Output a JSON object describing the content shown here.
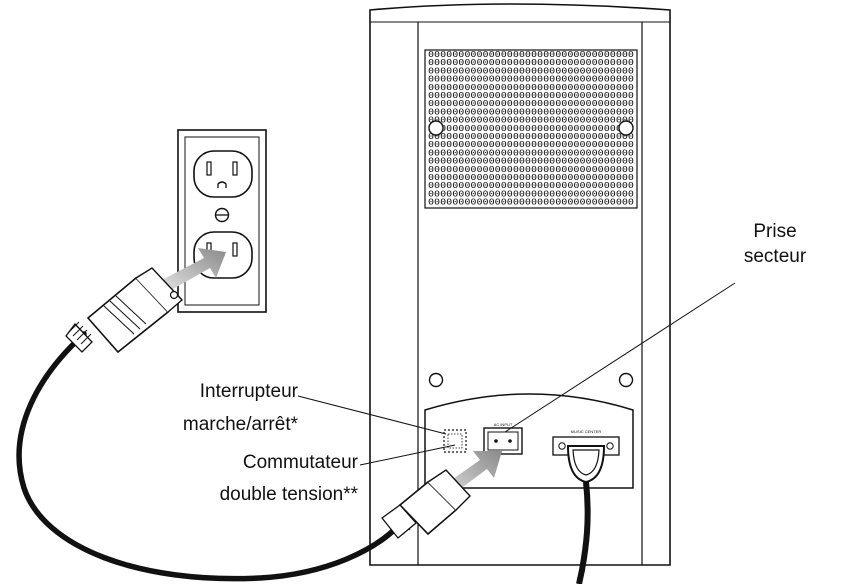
{
  "labels": {
    "prise_secteur_line1": "Prise",
    "prise_secteur_line2": "secteur",
    "interrupteur_line1": "Interrupteur",
    "interrupteur_line2": "marche/arrêt*",
    "commutateur_line1": "Commutateur",
    "commutateur_line2": "double tension**"
  },
  "panel": {
    "ac_input": "AC INPUT",
    "music_center": "MUSIC CENTER"
  },
  "grille_text": "0000000000000000000000000000000000"
}
